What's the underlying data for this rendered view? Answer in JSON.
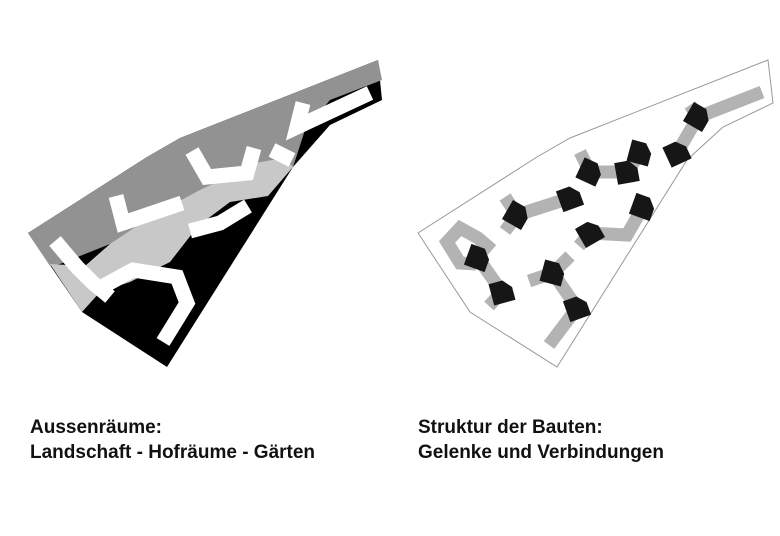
{
  "left_diagram": {
    "caption_line1": "Aussenräume:",
    "caption_line2": "Landschaft - Hofräume - Gärten",
    "colors": {
      "landscape": "#929292",
      "courtyards": "#c8c8c8",
      "gardens": "#000000",
      "buildings": "#ffffff"
    }
  },
  "right_diagram": {
    "caption_line1": "Struktur der Bauten:",
    "caption_line2": "Gelenke und Verbindungen",
    "colors": {
      "joints": "#161616",
      "connections": "#b3b3b3",
      "outline": "#999999"
    }
  }
}
